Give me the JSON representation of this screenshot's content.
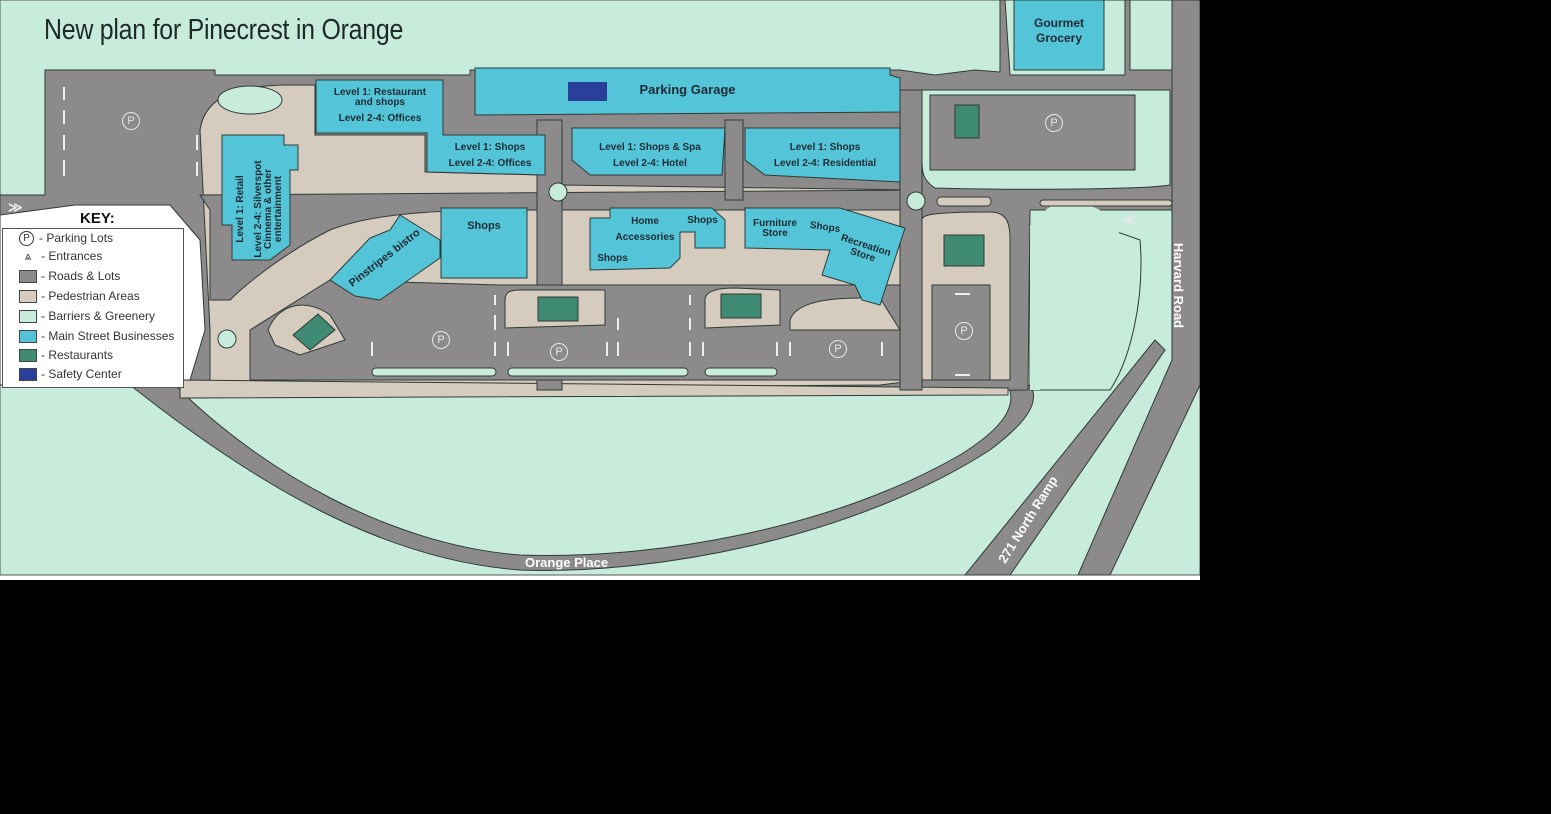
{
  "title": "New plan for Pinecrest in Orange",
  "colors": {
    "roads_lots": "#8c8a8b",
    "pedestrian": "#d5cbbe",
    "greenery": "#c8ecdb",
    "main_street": "#54c5d8",
    "restaurants": "#3f8a73",
    "safety_center": "#2a3f9a",
    "outline": "#2f3b36"
  },
  "key": {
    "title": "KEY:",
    "items": [
      {
        "symbol": "P",
        "label": "- Parking Lots"
      },
      {
        "symbol": "entrance-arrow",
        "label": "- Entrances"
      },
      {
        "color": "#8c8a8b",
        "label": "- Roads & Lots"
      },
      {
        "color": "#d5cbbe",
        "label": "- Pedestrian Areas"
      },
      {
        "color": "#c8ecdb",
        "label": "- Barriers & Greenery"
      },
      {
        "color": "#54c5d8",
        "label": "- Main Street Businesses"
      },
      {
        "color": "#3f8a73",
        "label": "- Restaurants"
      },
      {
        "color": "#2a3f9a",
        "label": "- Safety Center"
      }
    ]
  },
  "buildings": {
    "parking_garage": "Parking Garage",
    "restaurant_offices": [
      "Level 1: Restaurant",
      "and shops",
      "Level 2-4: Offices"
    ],
    "shops_offices": [
      "Level 1: Shops",
      "Level 2-4: Offices"
    ],
    "shops_spa_hotel": [
      "Level 1: Shops & Spa",
      "Level 2-4: Hotel"
    ],
    "shops_residential": [
      "Level 1: Shops",
      "Level 2-4: Residential"
    ],
    "gourmet_grocery": [
      "Gourmet",
      "Grocery"
    ],
    "retail_cinema": [
      "Level 1: Retail",
      "Level 2-4: Silverspot",
      "Cinnema & other",
      "entertainment"
    ],
    "shops_west": "Shops",
    "pinstripes": "Pinstripes bistro",
    "home_accessories": [
      "Home",
      "Accessories"
    ],
    "shops_center_a": "Shops",
    "shops_center_b": "Shops",
    "furniture_store": [
      "Furniture",
      "Store"
    ],
    "shops_east": "Shops",
    "recreation_store": [
      "Recreation",
      "Store"
    ]
  },
  "parking_symbol": "P",
  "entrance_symbol": "≫",
  "roads": {
    "harvard": "Harvard Road",
    "orange_place": "Orange Place",
    "ramp": "271 North Ramp"
  }
}
